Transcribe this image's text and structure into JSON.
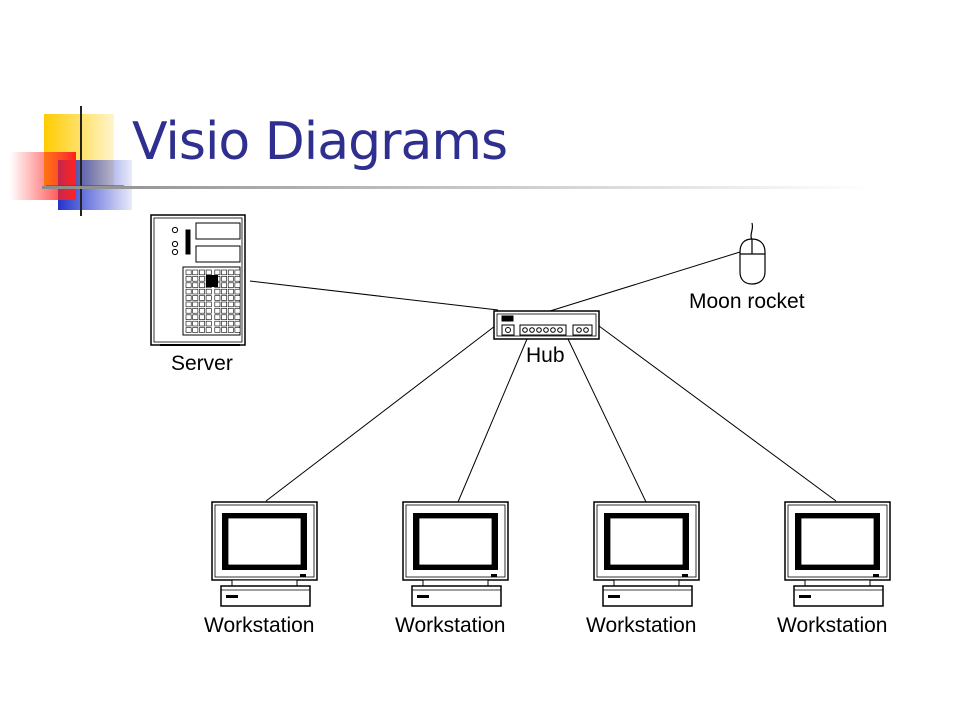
{
  "slide": {
    "title": "Visio Diagrams",
    "title_color": "#2e2f8f",
    "accent_colors": {
      "yellow": "#ffcc00",
      "red": "#ff2020",
      "blue": "#2233cc"
    }
  },
  "diagram": {
    "nodes": {
      "server": {
        "label": "Server",
        "icon": "server-tower-icon"
      },
      "hub": {
        "label": "Hub",
        "icon": "network-hub-icon"
      },
      "mouse": {
        "label": "Moon rocket",
        "icon": "mouse-icon"
      },
      "workstations": [
        {
          "label": "Workstation",
          "icon": "monitor-icon"
        },
        {
          "label": "Workstation",
          "icon": "monitor-icon"
        },
        {
          "label": "Workstation",
          "icon": "monitor-icon"
        },
        {
          "label": "Workstation",
          "icon": "monitor-icon"
        }
      ]
    },
    "edges": [
      {
        "from": "hub",
        "to": "server"
      },
      {
        "from": "hub",
        "to": "mouse"
      },
      {
        "from": "hub",
        "to": "workstation-1"
      },
      {
        "from": "hub",
        "to": "workstation-2"
      },
      {
        "from": "hub",
        "to": "workstation-3"
      },
      {
        "from": "hub",
        "to": "workstation-4"
      }
    ]
  }
}
